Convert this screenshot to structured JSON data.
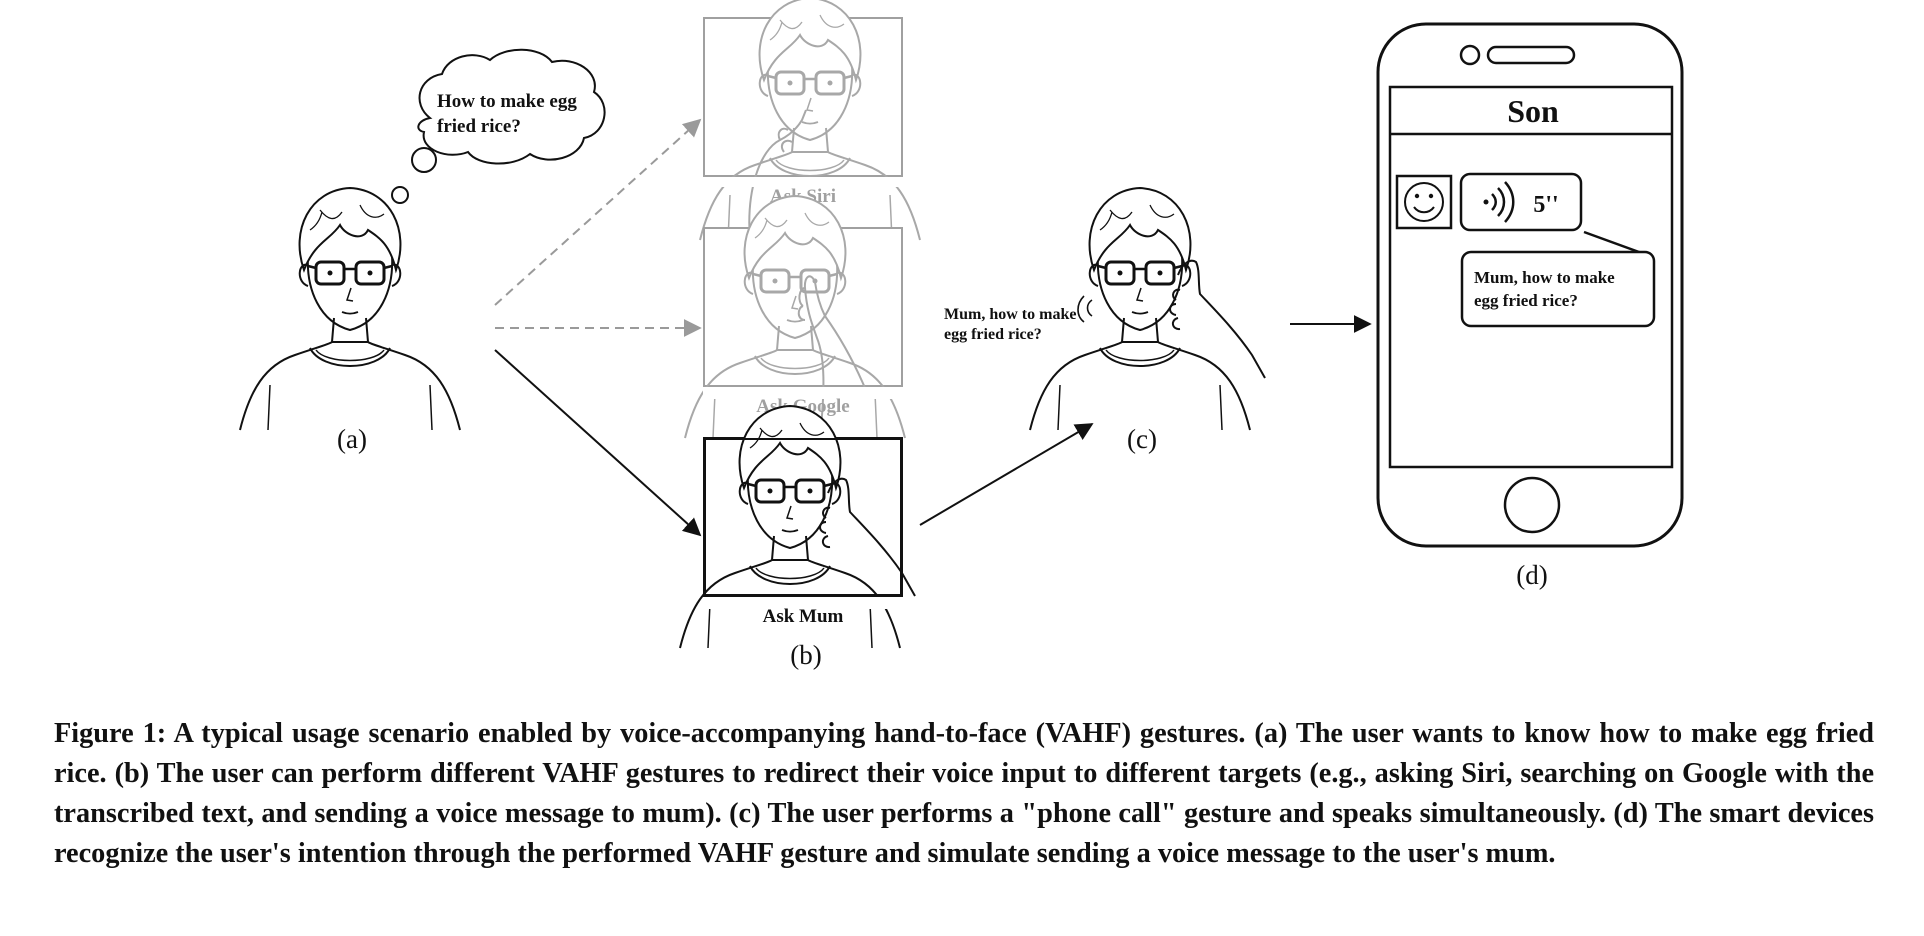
{
  "thought_bubble": {
    "line1": "How to make egg",
    "line2": "fried rice?"
  },
  "panels": {
    "a": "(a)",
    "b": "(b)",
    "c": "(c)",
    "d": "(d)"
  },
  "options": [
    {
      "label": "Ask Siri",
      "faded": true
    },
    {
      "label": "Ask Google",
      "faded": true
    },
    {
      "label": "Ask Mum",
      "faded": false
    }
  ],
  "speech_c": {
    "line1": "Mum, how to make",
    "line2": "egg fried rice?"
  },
  "phone": {
    "title": "Son",
    "voice_duration": "5''",
    "message_line1": "Mum, how to make",
    "message_line2": "egg fried rice?"
  },
  "colors": {
    "ink": "#111111",
    "faded": "#a0a0a0",
    "arrow_faded": "#9a9a9a"
  },
  "caption": "Figure 1: A typical usage scenario enabled by voice-accompanying hand-to-face (VAHF) gestures. (a) The user wants to know how to make egg fried rice. (b) The user can perform different VAHF gestures to redirect their voice input to different targets (e.g., asking Siri, searching on Google with the transcribed text, and sending a voice message to mum). (c) The user performs a \"phone call\" gesture and speaks simultaneously. (d) The smart devices recognize the user's intention through the performed VAHF gesture and simulate sending a voice message to the user's mum."
}
